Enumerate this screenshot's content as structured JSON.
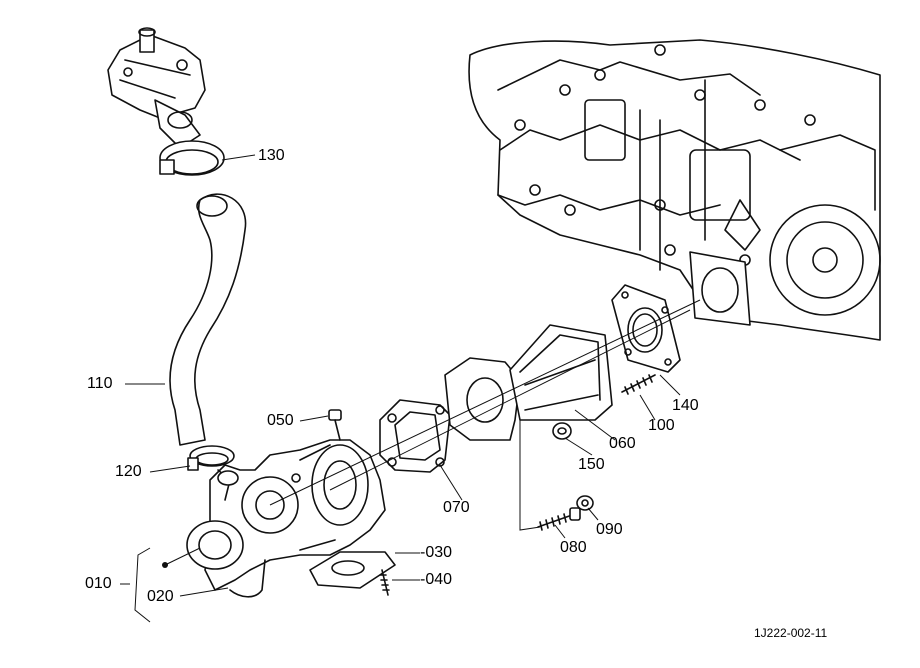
{
  "parts": [
    {
      "id": "p130",
      "label": "130"
    },
    {
      "id": "p110",
      "label": "110"
    },
    {
      "id": "p120",
      "label": "120"
    },
    {
      "id": "p050",
      "label": "050"
    },
    {
      "id": "p070",
      "label": "070"
    },
    {
      "id": "p060",
      "label": "060"
    },
    {
      "id": "p140",
      "label": "140"
    },
    {
      "id": "p100",
      "label": "100"
    },
    {
      "id": "p150",
      "label": "150"
    },
    {
      "id": "p090",
      "label": "090"
    },
    {
      "id": "p080",
      "label": "080"
    },
    {
      "id": "p030",
      "label": "-030"
    },
    {
      "id": "p040",
      "label": "-040"
    },
    {
      "id": "p010",
      "label": "010"
    },
    {
      "id": "p020",
      "label": "020"
    }
  ],
  "drawing_id": "1J222-002-11"
}
